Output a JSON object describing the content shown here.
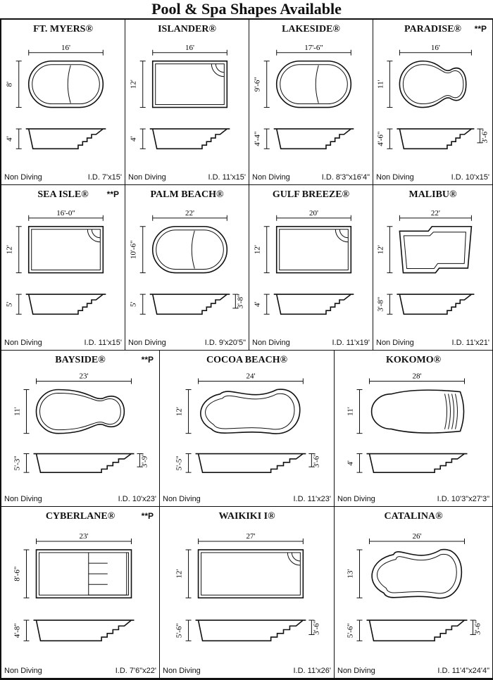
{
  "title": "Pool & Spa Shapes Available",
  "pools": [
    {
      "name": "FT. MYERS®",
      "flag": "",
      "length": "16'",
      "width": "8'",
      "depth": "4'",
      "depth2": "",
      "diving": "Non Diving",
      "id": "I.D. 7'x15'"
    },
    {
      "name": "ISLANDER®",
      "flag": "",
      "length": "16'",
      "width": "12'",
      "depth": "4'",
      "depth2": "",
      "diving": "Non Diving",
      "id": "I.D. 11'x15'"
    },
    {
      "name": "LAKESIDE®",
      "flag": "",
      "length": "17'-6\"",
      "width": "9'-6\"",
      "depth": "4'-4\"",
      "depth2": "",
      "diving": "Non Diving",
      "id": "I.D. 8'3\"x16'4\""
    },
    {
      "name": "PARADISE®",
      "flag": "**P",
      "length": "16'",
      "width": "11'",
      "depth": "4'-6\"",
      "depth2": "3'-6\"",
      "diving": "Non Diving",
      "id": "I.D. 10'x15'"
    },
    {
      "name": "SEA ISLE®",
      "flag": "**P",
      "length": "16'-0\"",
      "width": "12'",
      "depth": "5'",
      "depth2": "",
      "diving": "Non Diving",
      "id": "I.D. 11'x15'"
    },
    {
      "name": "PALM BEACH®",
      "flag": "",
      "length": "22'",
      "width": "10'-6\"",
      "depth": "5'",
      "depth2": "3'-8\"",
      "diving": "Non Diving",
      "id": "I.D. 9'x20'5\""
    },
    {
      "name": "GULF BREEZE®",
      "flag": "",
      "length": "20'",
      "width": "12'",
      "depth": "4'",
      "depth2": "",
      "diving": "Non Diving",
      "id": "I.D. 11'x19'"
    },
    {
      "name": "MALIBU®",
      "flag": "",
      "length": "22'",
      "width": "12'",
      "depth": "3'-8\"",
      "depth2": "",
      "diving": "Non Diving",
      "id": "I.D. 11'x21'"
    },
    {
      "name": "BAYSIDE®",
      "flag": "**P",
      "length": "23'",
      "width": "11'",
      "depth": "5'-3\"",
      "depth2": "3'-9\"",
      "diving": "Non Diving",
      "id": "I.D. 10'x23'"
    },
    {
      "name": "COCOA BEACH®",
      "flag": "",
      "length": "24'",
      "width": "12'",
      "depth": "5'-5\"",
      "depth2": "3'-6\"",
      "diving": "Non Diving",
      "id": "I.D. 11'x23'"
    },
    {
      "name": "KOKOMO®",
      "flag": "",
      "length": "28'",
      "width": "11'",
      "depth": "4'",
      "depth2": "",
      "diving": "Non Diving",
      "id": "I.D. 10'3\"x27'3\""
    },
    {
      "name": "CYBERLANE®",
      "flag": "**P",
      "length": "23'",
      "width": "8'-6\"",
      "depth": "4'-8\"",
      "depth2": "",
      "diving": "Non Diving",
      "id": "I.D. 7'6\"x22'"
    },
    {
      "name": "WAIKIKI I®",
      "flag": "",
      "length": "27'",
      "width": "12'",
      "depth": "5'-6\"",
      "depth2": "3'-6\"",
      "diving": "Non Diving",
      "id": "I.D. 11'x26'"
    },
    {
      "name": "CATALINA®",
      "flag": "",
      "length": "26'",
      "width": "13'",
      "depth": "5'-6\"",
      "depth2": "3'-6\"",
      "diving": "Non Diving",
      "id": "I.D. 11'4\"x24'4\""
    }
  ]
}
